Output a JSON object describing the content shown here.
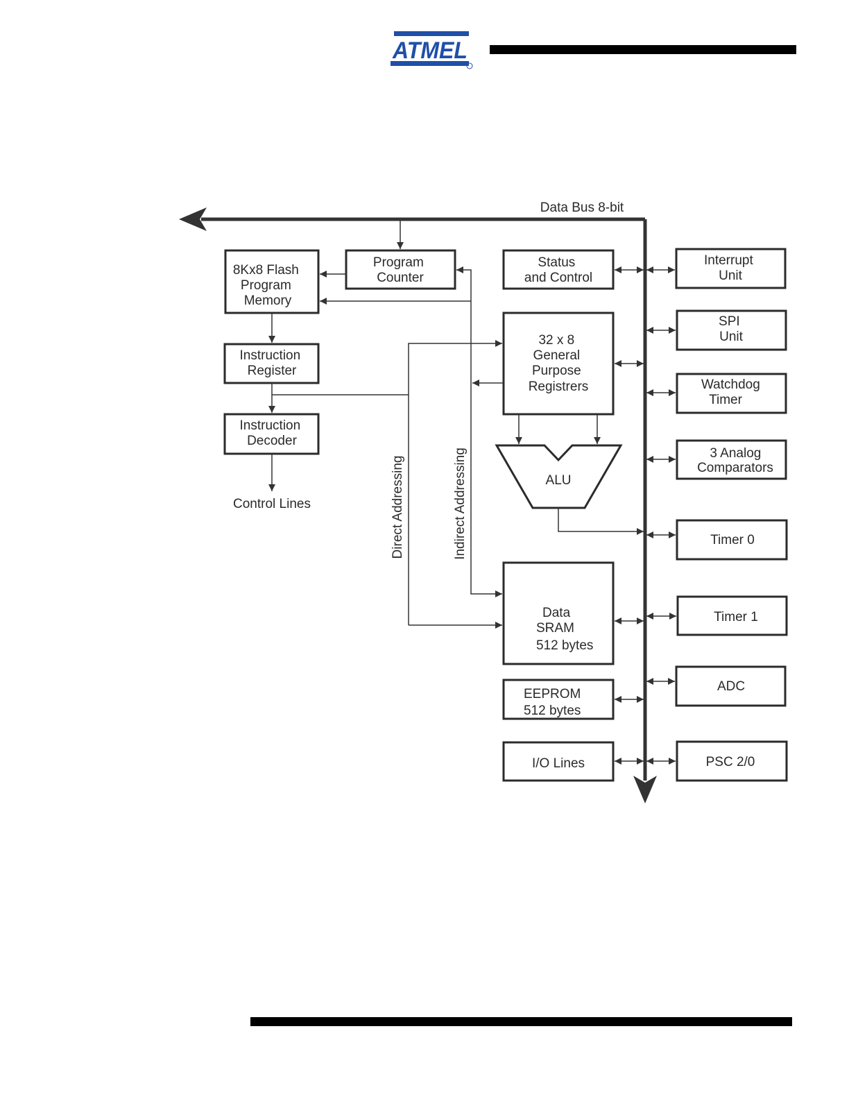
{
  "header": {
    "logo_text": "ATMEL",
    "logo_color": "#1f4fa8"
  },
  "diagram": {
    "data_bus_label": "Data Bus 8-bit",
    "flash_memory": [
      "8Kx8 Flash",
      "Program",
      "Memory"
    ],
    "program_counter": [
      "Program",
      "Counter"
    ],
    "status_control": [
      "Status",
      "and Control"
    ],
    "instruction_register": [
      "Instruction",
      "Register"
    ],
    "instruction_decoder": [
      "Instruction",
      "Decoder"
    ],
    "control_lines": "Control Lines",
    "registers": [
      "32 x 8",
      "General",
      "Purpose",
      "Registrers"
    ],
    "alu": "ALU",
    "direct_addressing": "Direct Addressing",
    "indirect_addressing": "Indirect Addressing",
    "data_sram": [
      "Data",
      "SRAM",
      "512 bytes"
    ],
    "eeprom": [
      "EEPROM",
      "512 bytes"
    ],
    "io_lines": "I/O Lines",
    "interrupt_unit": [
      "Interrupt",
      "Unit"
    ],
    "spi_unit": [
      "SPI",
      "Unit"
    ],
    "watchdog_timer": [
      "Watchdog",
      "Timer"
    ],
    "analog_comparators": [
      "3 Analog",
      "Comparators"
    ],
    "timer0": "Timer 0",
    "timer1": "Timer 1",
    "adc": "ADC",
    "psc": "PSC 2/0"
  }
}
